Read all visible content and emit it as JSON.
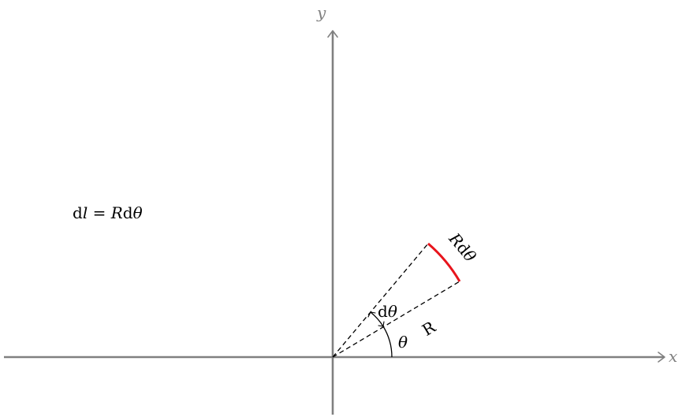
{
  "axes": {
    "x_label": "x",
    "y_label": "y"
  },
  "formula": {
    "lhs_d": "d",
    "lhs_l": "l",
    "equals": " = ",
    "rhs_R": "R",
    "rhs_d": "d",
    "rhs_theta": "θ"
  },
  "labels": {
    "radius": "R",
    "theta": "θ",
    "dtheta_d": "d",
    "dtheta_theta": "θ",
    "arc_R": "R",
    "arc_d": "d",
    "arc_theta": "θ"
  },
  "colors": {
    "axis": "#808080",
    "arc_highlight": "#e8141c",
    "lines": "#000000"
  }
}
